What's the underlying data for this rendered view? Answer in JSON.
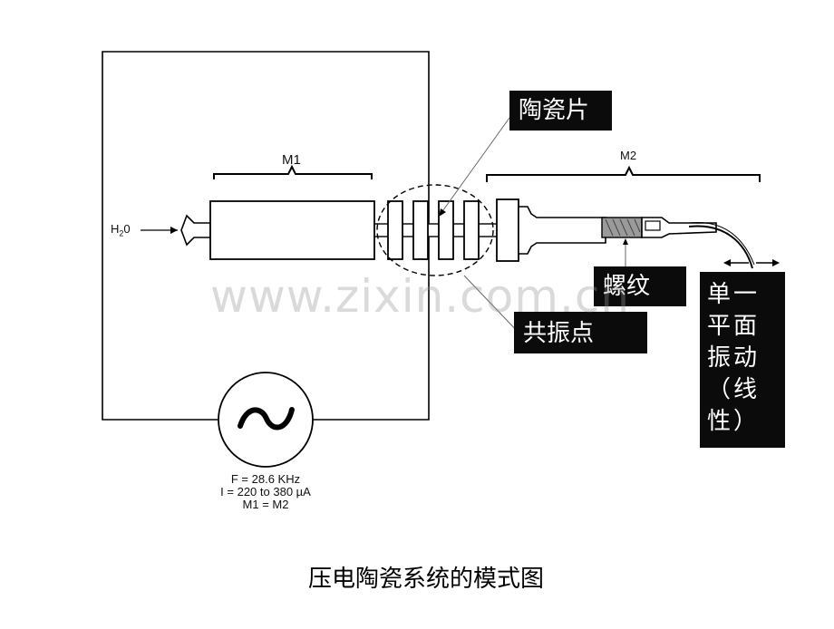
{
  "labels": {
    "m1": "M1",
    "m2": "M2",
    "h2o": "H",
    "h2o_sub": "2",
    "h2o_tail": "0",
    "ceramic_plate": "陶瓷片",
    "thread": "螺纹",
    "resonance_point": "共振点",
    "single_plane_lines": [
      "单一",
      "平面",
      "振动",
      "（线",
      "性）"
    ],
    "watermark": "www.zixin.com.cn",
    "params": [
      "F = 28.6 KHz",
      "I = 220 to 380 µA",
      "M1 = M2"
    ],
    "caption": "压电陶瓷系统的模式图",
    "ac_symbol": "~"
  },
  "colors": {
    "line": "#000000",
    "label_bg": "#0b0b0b",
    "label_text": "#ffffff"
  }
}
